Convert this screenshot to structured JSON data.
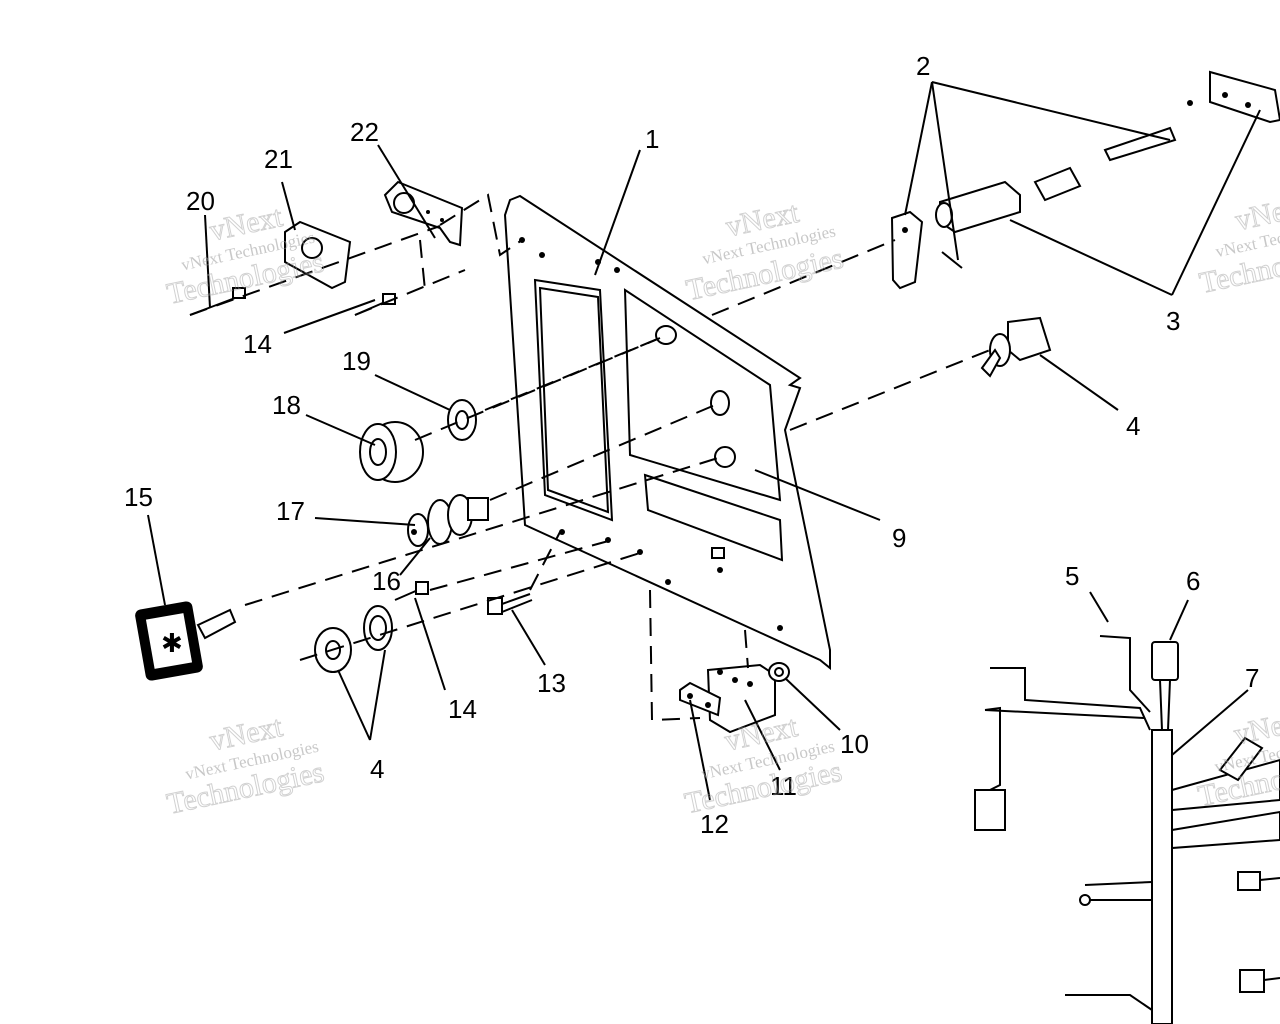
{
  "callouts": {
    "c1": "1",
    "c2": "2",
    "c3": "3",
    "c4a": "4",
    "c4b": "4",
    "c5": "5",
    "c6": "6",
    "c7": "7",
    "c9": "9",
    "c10": "10",
    "c11": "11",
    "c12": "12",
    "c13": "13",
    "c14a": "14",
    "c14b": "14",
    "c15": "15",
    "c16": "16",
    "c17": "17",
    "c18": "18",
    "c19": "19",
    "c20": "20",
    "c21": "21",
    "c22": "22"
  },
  "watermark": {
    "line1": "vNext Technologies",
    "line2": "Technologies",
    "line3": "vNext"
  }
}
